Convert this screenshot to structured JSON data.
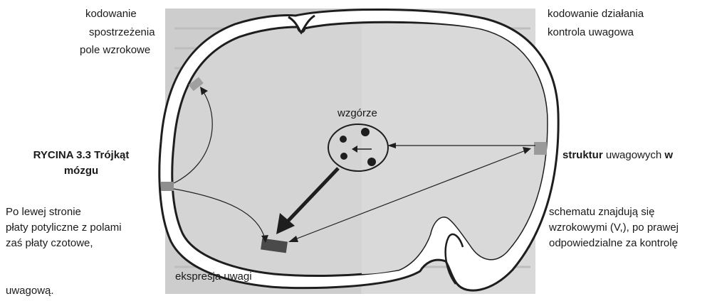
{
  "diagram": {
    "labels": {
      "top_left_line1": "kodowanie",
      "top_left_line2": "spostrzeżenia",
      "top_left_line3": "pole wzrokowe",
      "top_right_line1": "kodowanie działania",
      "top_right_line2": "kontrola uwagowa",
      "center": "wzgórze",
      "bottom": "ekspresja uwagi"
    }
  },
  "caption": {
    "title_line1": "RYCINA 3.3  Trójkąt",
    "title_line2": "mózgu",
    "right_bold_1": "struktur",
    "right_text_1": " uwagowych ",
    "right_bold_2": "w",
    "left_line1": "Po lewej stronie",
    "left_line2": "płaty potyliczne z polami",
    "left_line3": "zaś płaty czotowe,",
    "right_line1": "schematu znajdują się",
    "right_line2": "wzrokowymi (V,), po prawej",
    "right_line3": "odpowiedzialne za kontrolę",
    "bottom_left": "uwagową."
  },
  "colors": {
    "paper": "#d6d6d6",
    "outline": "#1e1e1e",
    "band": "#ffffff",
    "marker": "#a0a0a0",
    "marker_dark": "#4a4a4a"
  }
}
